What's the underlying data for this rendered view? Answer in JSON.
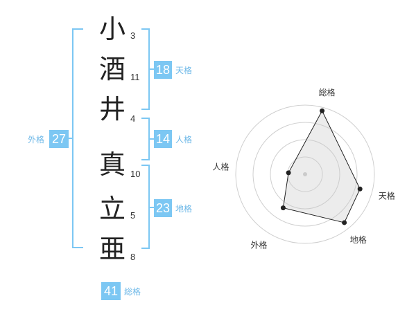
{
  "name": {
    "characters": [
      {
        "char": "小",
        "strokes": "3"
      },
      {
        "char": "酒",
        "strokes": "11"
      },
      {
        "char": "井",
        "strokes": "4"
      },
      {
        "char": "真",
        "strokes": "10"
      },
      {
        "char": "立",
        "strokes": "5"
      },
      {
        "char": "亜",
        "strokes": "8"
      }
    ]
  },
  "fortune": {
    "tenkaku": {
      "value": "18",
      "label": "天格"
    },
    "jinkaku": {
      "value": "14",
      "label": "人格"
    },
    "chikaku": {
      "value": "23",
      "label": "地格"
    },
    "gaikaku": {
      "value": "27",
      "label": "外格"
    },
    "soukaku": {
      "value": "41",
      "label": "総格"
    }
  },
  "colors": {
    "accent": "#7cc7f3",
    "label": "#6fb9e8"
  },
  "chart_data": {
    "type": "radar",
    "axes": [
      "総格",
      "天格",
      "地格",
      "外格",
      "人格"
    ],
    "values": [
      0.95,
      0.82,
      0.9,
      0.58,
      0.24
    ],
    "rings": 4,
    "max": 1
  }
}
